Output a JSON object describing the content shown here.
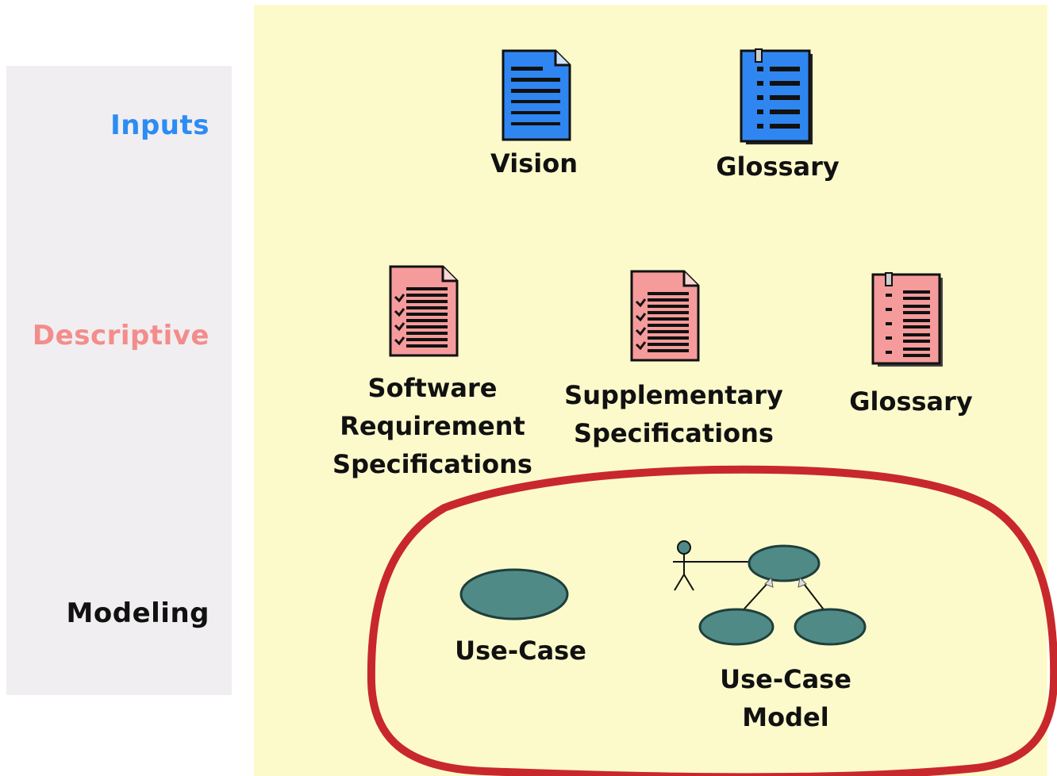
{
  "rows": {
    "inputs": {
      "label": "Inputs",
      "color": "#2c8cf4"
    },
    "descriptive": {
      "label": "Descriptive",
      "color": "#f48c8c"
    },
    "modeling": {
      "label": "Modeling",
      "color": "#111111"
    }
  },
  "artifacts": {
    "vision": "Vision",
    "glossary_input": "Glossary",
    "software_requirement_specifications": "Software\nRequirement\nSpecifications",
    "supplementary_specifications": "Supplementary\nSpecifications",
    "glossary_descriptive": "Glossary",
    "use_case": "Use-Case",
    "use_case_model": "Use-Case\nModel"
  },
  "colors": {
    "left_panel": "#f0eef0",
    "right_panel": "#fcfacb",
    "input_doc": "#2f86f0",
    "descriptive_doc": "#f59b9b",
    "use_case_fill": "#4f8a86",
    "highlight_stroke": "#c8282c"
  },
  "icons": {
    "vision": "document-icon",
    "glossary_input": "notebook-icon",
    "srs": "checklist-document-icon",
    "supplementary": "checklist-document-icon",
    "glossary_descriptive": "notebook-icon",
    "use_case": "use-case-ellipse-icon",
    "use_case_model": "use-case-model-icon"
  }
}
